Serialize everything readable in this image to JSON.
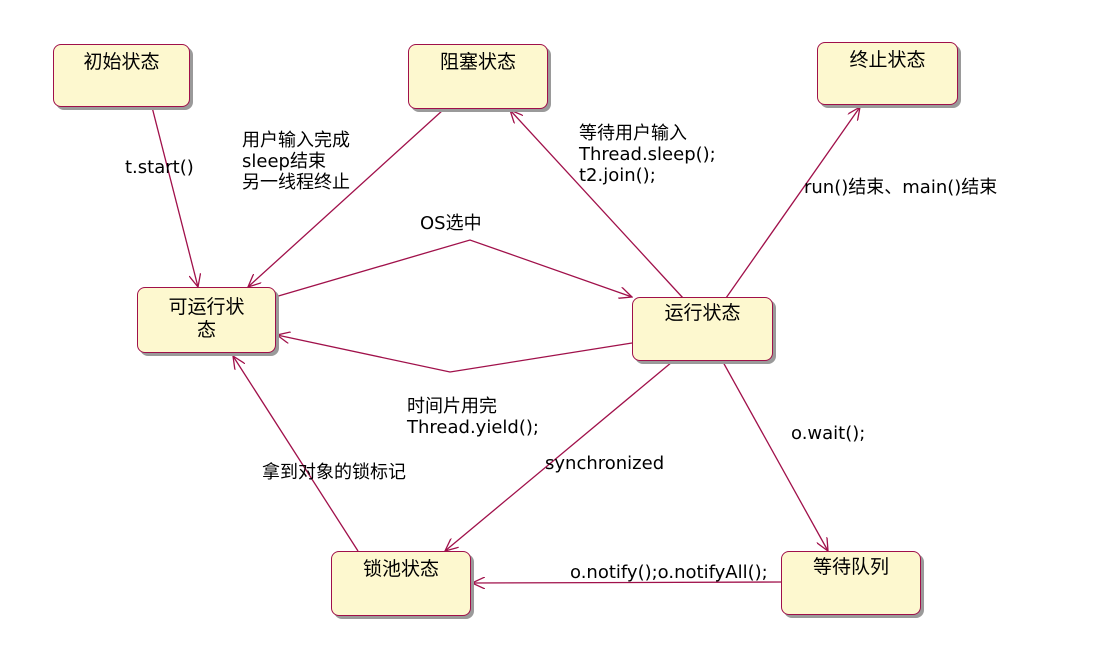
{
  "states": {
    "initial": "初始状态",
    "blocked": "阻塞状态",
    "terminated": "终止状态",
    "runnable": "可运行状\n态",
    "running": "运行状态",
    "lock_pool": "锁池状态",
    "wait_queue": "等待队列"
  },
  "transitions": {
    "start": "t.start()",
    "unblock": "用户输入完成\nsleep结束\n另一线程终止",
    "os_select": "OS选中",
    "block": "等待用户输入\nThread.sleep();\nt2.join();",
    "finish": "run()结束、main()结束",
    "yield": "时间片用完\nThread.yield();",
    "synchronized": "synchronized",
    "got_lock": "拿到对象的锁标记",
    "wait": "o.wait();",
    "notify": "o.notify();o.notifyAll();"
  }
}
